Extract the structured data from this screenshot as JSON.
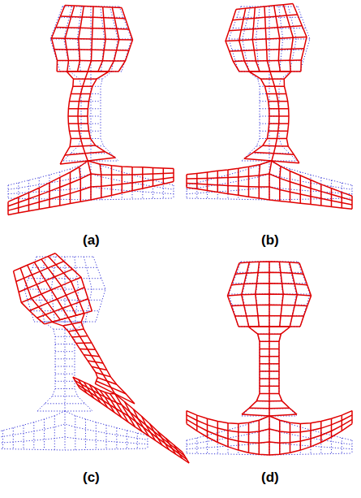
{
  "diagram": {
    "labels": [
      "(a)",
      "(b)",
      "(c)",
      "(d)"
    ]
  }
}
